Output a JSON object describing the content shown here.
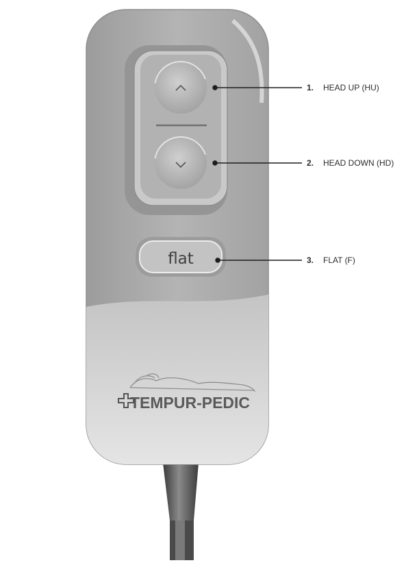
{
  "remote": {
    "body_color": "#a9a9a9",
    "button_color": "#bdbdbd",
    "icon_color": "#555555",
    "flat_button_label": "flat",
    "brand": {
      "logo": "TEMPUR-PEDIC",
      "mark": "plus-cross-icon",
      "emblem": "sleeping-figure-icon"
    }
  },
  "buttons": {
    "head_up": {
      "icon": "chevron-up-icon",
      "glyph": "^"
    },
    "head_down": {
      "icon": "chevron-down-icon",
      "glyph": "v"
    }
  },
  "callouts": [
    {
      "number": "1.",
      "label": "HEAD UP (HU)"
    },
    {
      "number": "2.",
      "label": "HEAD DOWN (HD)"
    },
    {
      "number": "3.",
      "label": "FLAT (F)"
    }
  ]
}
